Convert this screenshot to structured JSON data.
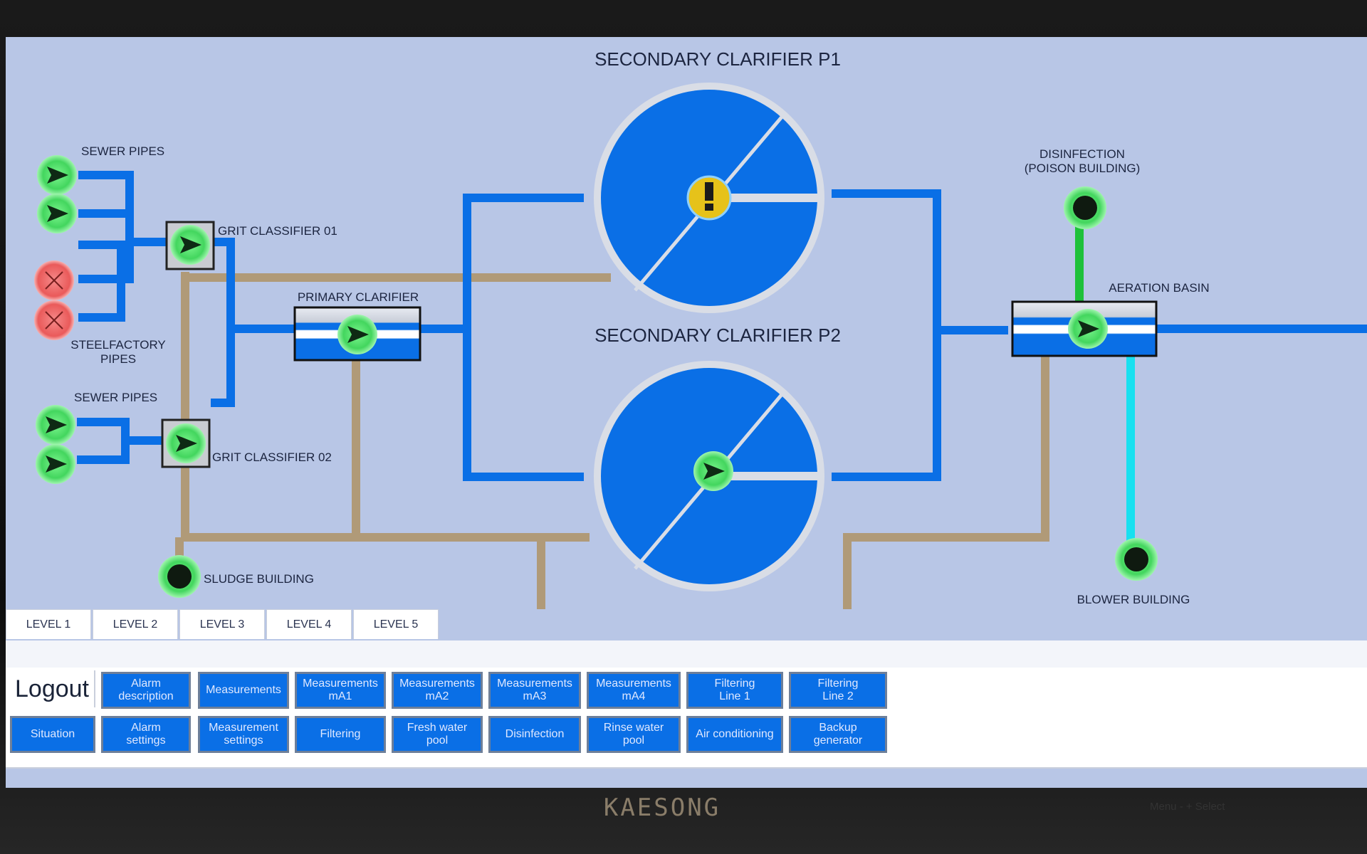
{
  "brand": "KAESONG",
  "monitor_buttons": "Menu  -  +  Select",
  "labels": {
    "secondary_p1": "SECONDARY CLARIFIER P1",
    "secondary_p2": "SECONDARY CLARIFIER P2",
    "sewer_pipes_top": "SEWER PIPES",
    "grit_01": "GRIT CLASSIFIER 01",
    "steelfactory_1": "STEELFACTORY",
    "steelfactory_2": "PIPES",
    "sewer_pipes_bottom": "SEWER PIPES",
    "grit_02": "GRIT CLASSIFIER 02",
    "primary": "PRIMARY CLARIFIER",
    "sludge": "SLUDGE BUILDING",
    "disinfection_1": "DISINFECTION",
    "disinfection_2": "(POISON BUILDING)",
    "aeration": "AERATION BASIN",
    "blower": "BLOWER BUILDING"
  },
  "tabs": [
    "LEVEL 1",
    "LEVEL 2",
    "LEVEL 3",
    "LEVEL 4",
    "LEVEL 5"
  ],
  "logout": "Logout",
  "buttons_row1": [
    "Alarm\ndescription",
    "Measurements",
    "Measurements\nmA1",
    "Measurements\nmA2",
    "Measurements\nmA3",
    "Measurements\nmA4",
    "Filtering\nLine 1",
    "Filtering\nLine 2"
  ],
  "buttons_row2": [
    "Situation",
    "Alarm\nsettings",
    "Measurement\nsettings",
    "Filtering",
    "Fresh water\npool",
    "Disinfection",
    "Rinse water\npool",
    "Air conditioning",
    "Backup\ngenerator"
  ],
  "status": {
    "sewer_pump_1": "running",
    "sewer_pump_2": "running",
    "steel_pump_1": "fault",
    "steel_pump_2": "fault",
    "sewer_pump_3": "running",
    "sewer_pump_4": "running",
    "grit_01": "running",
    "grit_02": "running",
    "primary": "running",
    "secondary_p1": "alarm",
    "secondary_p2": "running",
    "aeration": "running",
    "disinfection": "on",
    "blower": "on",
    "sludge": "on"
  },
  "colors": {
    "water": "#0a6fe6",
    "sludge": "#b09a78",
    "ok": "#4fe86a",
    "fault": "#f06a6a",
    "alarm": "#e6c21a",
    "air": "#18e0f0",
    "chemical": "#1ec13a"
  }
}
